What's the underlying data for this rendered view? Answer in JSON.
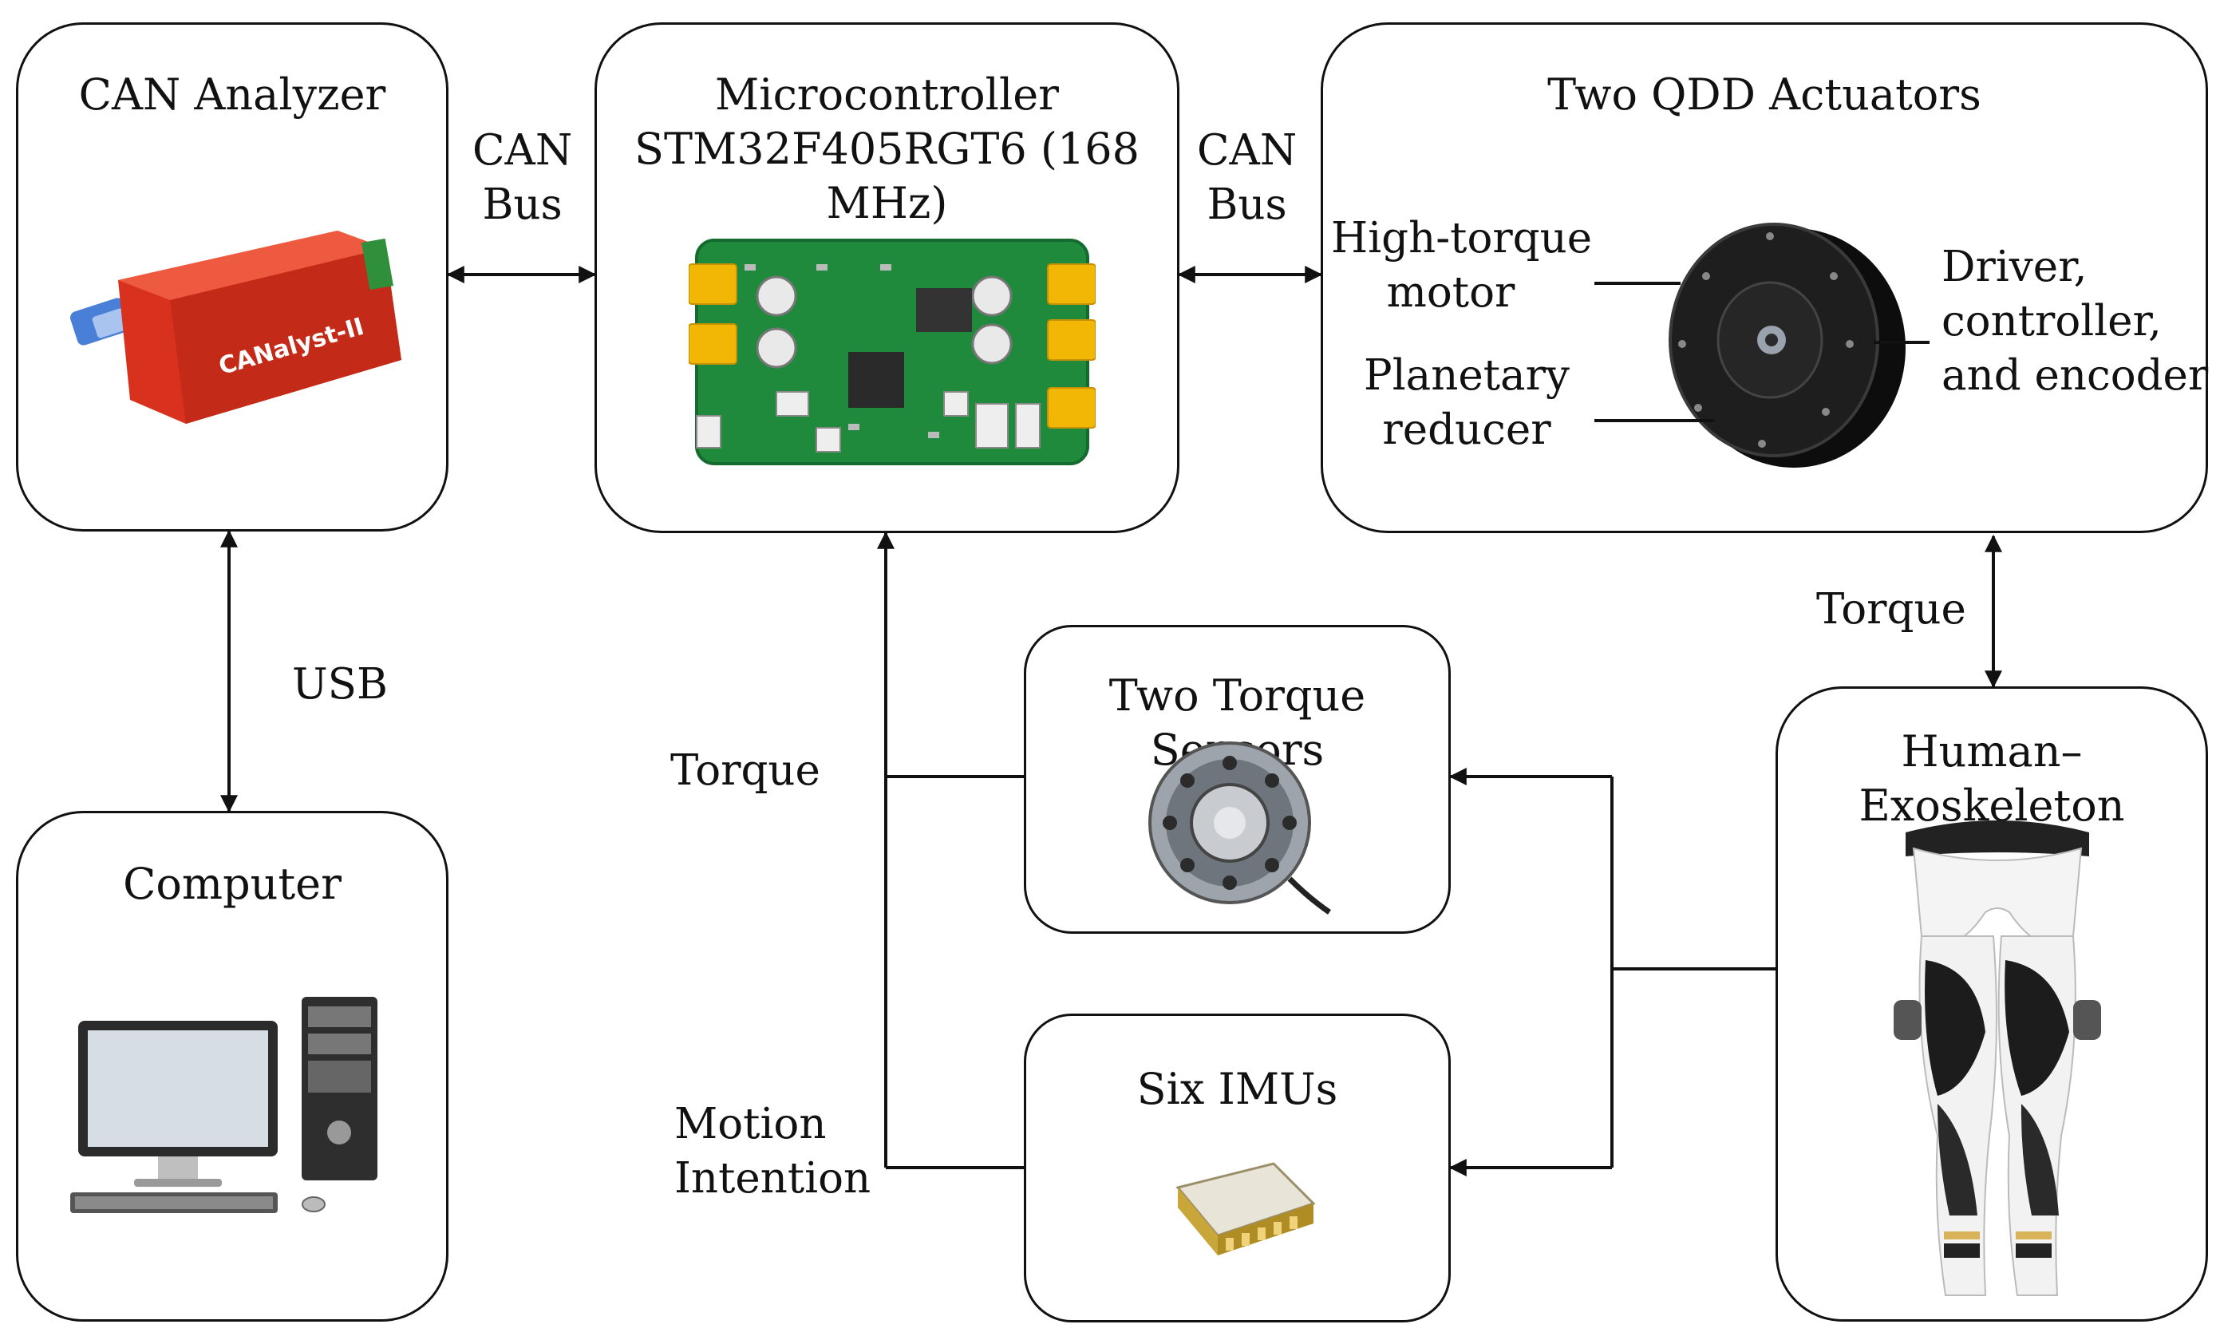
{
  "boxes": {
    "can_analyzer": {
      "title": "CAN Analyzer",
      "device_label": "CANalyst-II"
    },
    "microcontroller": {
      "title_line1": "Microcontroller",
      "title_line2": "STM32F405RGT6 (168 MHz)"
    },
    "actuators": {
      "title": "Two QDD Actuators",
      "label_motor_1": "High-torque",
      "label_motor_2": "motor",
      "label_reducer_1": "Planetary",
      "label_reducer_2": "reducer",
      "label_driver_1": "Driver,",
      "label_driver_2": "controller,",
      "label_driver_3": "and encoder"
    },
    "computer": {
      "title": "Computer"
    },
    "torque_sensors": {
      "title": "Two Torque Sensors"
    },
    "imus": {
      "title": "Six IMUs"
    },
    "exoskeleton": {
      "title": "Human–Exoskeleton"
    }
  },
  "links": {
    "can_bus_left_1": "CAN",
    "can_bus_left_2": "Bus",
    "can_bus_right_1": "CAN",
    "can_bus_right_2": "Bus",
    "usb": "USB",
    "torque_mcu": "Torque",
    "motion_1": "Motion",
    "motion_2": "Intention",
    "torque_actuator": "Torque"
  },
  "colors": {
    "line": "#111111",
    "analyzer_red": "#d8321e",
    "pcb_green": "#1f8a3c",
    "connector_yellow": "#f2b705",
    "motor_black": "#151515"
  }
}
